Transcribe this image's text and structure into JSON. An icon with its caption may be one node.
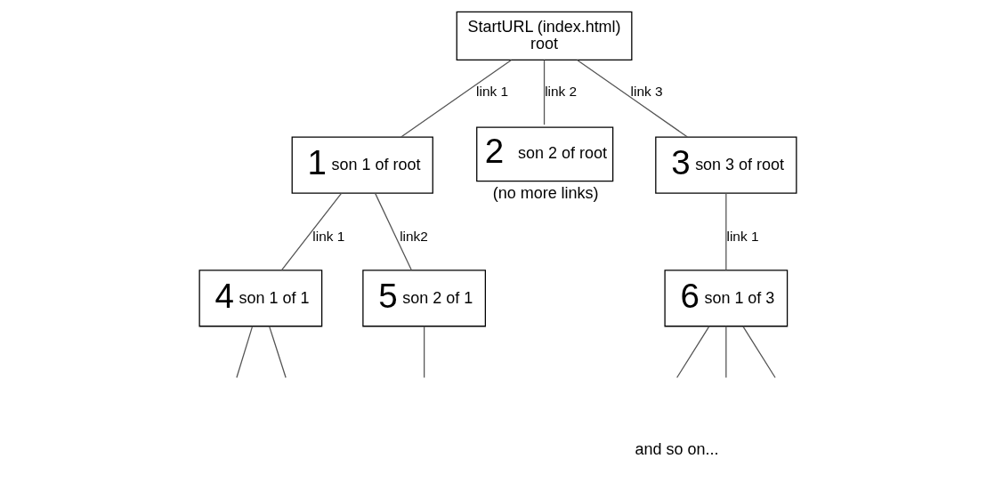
{
  "diagram": {
    "nodes": [
      {
        "text": [
          "StartURL (index.html)",
          "root"
        ]
      },
      {
        "text": [
          "1",
          "son 1 of root"
        ]
      },
      {
        "text": [
          "2",
          "son 2 of root"
        ],
        "beside": [
          "(no more links)"
        ]
      },
      {
        "text": [
          "3",
          "son 3 of root"
        ]
      },
      {
        "text": [
          "4",
          "son 1 of 1"
        ]
      },
      {
        "text": [
          "5",
          "son 2 of 1"
        ]
      },
      {
        "text": [
          "6",
          "son 1 of 3"
        ]
      }
    ],
    "edges": [
      {
        "from": 0,
        "to": 1,
        "arrow": "none",
        "label": "link 1"
      },
      {
        "from": 0,
        "to": 2,
        "arrow": "none",
        "label": "link 2"
      },
      {
        "from": 0,
        "to": 3,
        "arrow": "none",
        "label": "link 3"
      },
      {
        "from": 1,
        "to": 4,
        "arrow": "none",
        "label": "link 1"
      },
      {
        "from": 1,
        "to": 5,
        "arrow": "none",
        "label": "link2"
      },
      {
        "from": 3,
        "to": 6,
        "arrow": "none",
        "label": "link 1"
      },
      {
        "from": 4,
        "to": null,
        "arrow": "none"
      },
      {
        "from": 4,
        "to": null,
        "arrow": "none"
      },
      {
        "from": 5,
        "to": null,
        "arrow": "none"
      },
      {
        "from": 6,
        "to": null,
        "arrow": "none"
      },
      {
        "from": 6,
        "to": null,
        "arrow": "none"
      },
      {
        "from": 6,
        "to": null,
        "arrow": "none"
      }
    ],
    "labels": [
      "and so on..."
    ]
  }
}
